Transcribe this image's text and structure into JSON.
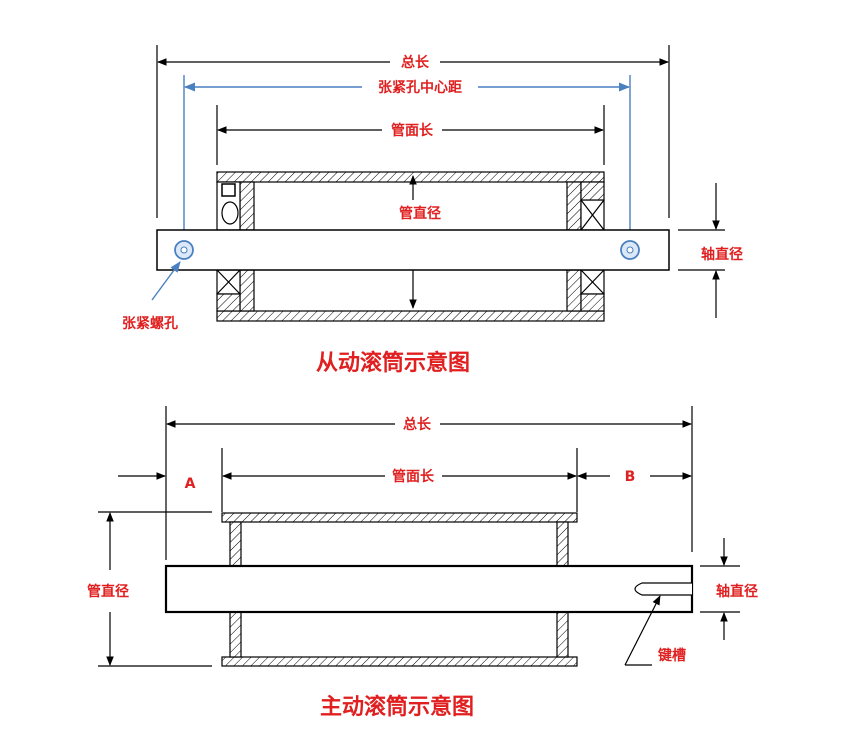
{
  "driven": {
    "total_length": "总长",
    "hole_center_distance": "张紧孔中心距",
    "tube_face_length": "管面长",
    "tube_diameter": "管直径",
    "shaft_diameter": "轴直径",
    "tension_hole": "张紧螺孔",
    "title": "从动滚筒示意图"
  },
  "drive": {
    "total_length": "总长",
    "label_a": "A",
    "tube_face_length": "管面长",
    "label_b": "B",
    "tube_diameter": "管直径",
    "shaft_diameter": "轴直径",
    "keyway": "键槽",
    "title": "主动滚筒示意图"
  },
  "colors": {
    "label_red": "#e02020",
    "center_line_blue": "#4a7fc0",
    "hole_fill": "#dbe8f7"
  }
}
